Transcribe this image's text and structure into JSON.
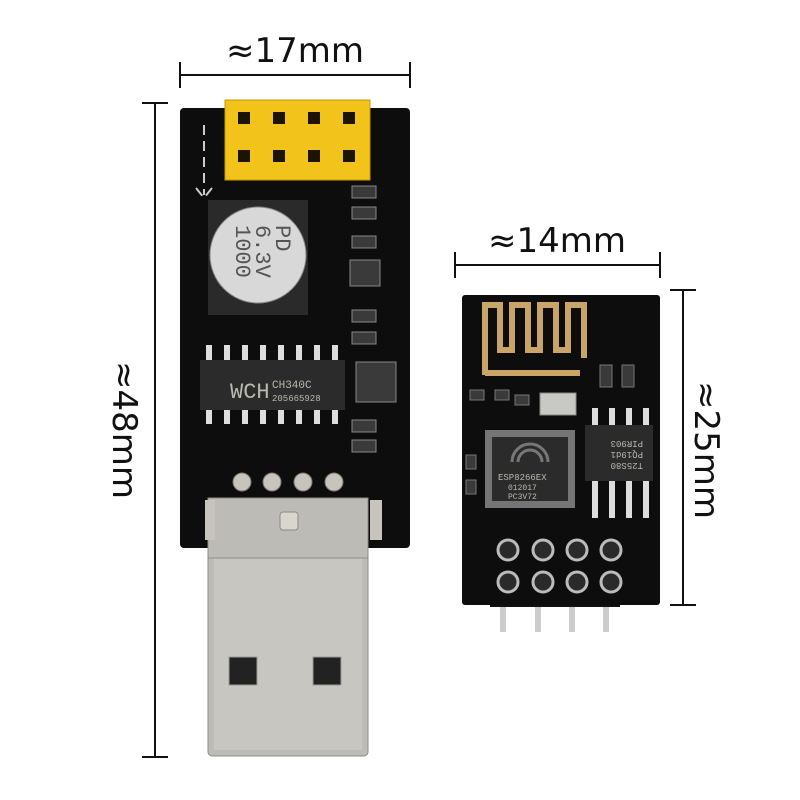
{
  "dimensions": {
    "adapter_width": "≈17mm",
    "adapter_length": "≈48mm",
    "module_width": "≈14mm",
    "module_length": "≈25mm"
  },
  "adapter_board": {
    "chip_logo": "WCH",
    "chip_model": "CH340C",
    "chip_code": "205665928",
    "capacitor_line1": "1000",
    "capacitor_line2": "6.3V",
    "capacitor_line3": "PD"
  },
  "esp_module": {
    "soc_line1": "ESP8266EX",
    "soc_line2": "012017",
    "soc_line3": "PC3V72",
    "flash_line1": "T25S80",
    "flash_line2": "PQ19d1",
    "flash_line3": "PIR903"
  },
  "colors": {
    "pcb": "#0d0d0d",
    "header": "#f2c31a",
    "usb_metal": "#b8b6b0",
    "antenna": "#c9a56a"
  }
}
